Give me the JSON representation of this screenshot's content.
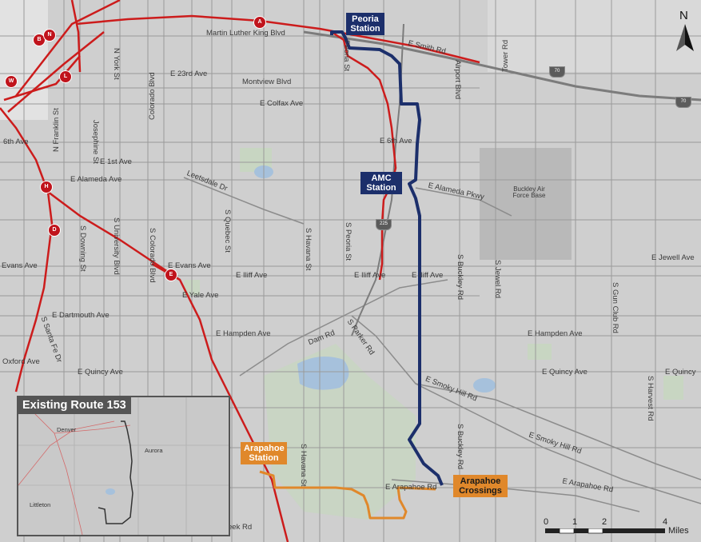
{
  "map": {
    "north_label": "N",
    "colors": {
      "route_153": "#1c2f6b",
      "route_orange": "#e0882b",
      "rail": "#cc1c1c",
      "background": "#cfcfcf",
      "streets": "#8c8c8c",
      "water": "#a6c1dc",
      "park": "#c8d6c2",
      "inset_bg": "#c9c9c9"
    },
    "stations": {
      "peoria": "Peoria Station",
      "amc": "AMC Station",
      "arapahoe": "Arapahoe Station",
      "arapahoe_crossings": "Arapahoe Crossings"
    },
    "rail_lines": [
      "A",
      "B",
      "N",
      "W",
      "L",
      "H",
      "D",
      "E"
    ],
    "street_labels": {
      "mlk": "Martin Luther King Blvd",
      "smith": "E Smith Rd",
      "e23rd": "E 23rd Ave",
      "montview": "Montview Blvd",
      "colfax": "E Colfax Ave",
      "e6th_w": "6th Ave",
      "e6th": "E 6th Ave",
      "e1st": "E 1st Ave",
      "alameda_w": "E Alameda Ave",
      "alameda_e": "E Alameda Pkwy",
      "leetsdale": "Leetsdale Dr",
      "evans_w": "Evans Ave",
      "evans": "E Evans Ave",
      "iliff_w": "E Iliff Ave",
      "iliff_m": "E Iliff Ave",
      "iliff_e": "E Iliff Ave",
      "yale": "E Yale Ave",
      "dartmouth": "E Dartmouth Ave",
      "hampden_w": "E Hampden Ave",
      "hampden_e": "E Hampden Ave",
      "quincy_w": "E Quincy Ave",
      "quincy_m": "E Quincy Ave",
      "quincy_e": "E Quincy",
      "oxford": "Oxford Ave",
      "dam": "Dam Rd",
      "parker": "S Parker Rd",
      "smoky1": "E Smoky Hill Rd",
      "smoky2": "E Smoky Hill Rd",
      "arapahoe_rd": "E Arapahoe Rd",
      "arapahoe_rd_e": "E Arapahoe Rd",
      "jewell": "E Jewell Ave",
      "buckley_afb": "Buckley Air Force Base",
      "peek_rd": "eek Rd",
      "york": "N York St",
      "colorado": "Colorado Blvd",
      "josephine": "Josephine St",
      "franklin": "N Franklin St",
      "downing": "S Downing St",
      "university": "S University Blvd",
      "s_colorado": "S Colorado Blvd",
      "quebec": "S Quebec St",
      "havana": "S Havana St",
      "peoria_st": "S Peoria St",
      "airport": "Airport Blvd",
      "tower": "Tower Rd",
      "s_buckley": "S Buckley Rd",
      "s_buckley2": "S Buckley Rd",
      "jewel_rd": "S Jewel Rd",
      "gun_club": "S Gun Club Rd",
      "harvest": "S Harvest Rd",
      "havana_s": "S Havana St",
      "santa_fe": "S Santa Fe Dr",
      "peoria_n": "Peoria St",
      "hw70": "70",
      "hw70b": "70",
      "hw225": "225"
    },
    "inset": {
      "title": "Existing Route 153",
      "labels": {
        "denver": "Denver",
        "aurora": "Aurora",
        "littleton": "Littleton"
      }
    },
    "scale_bar": {
      "ticks": [
        "0",
        "1",
        "2",
        "4"
      ],
      "unit": "Miles"
    }
  }
}
